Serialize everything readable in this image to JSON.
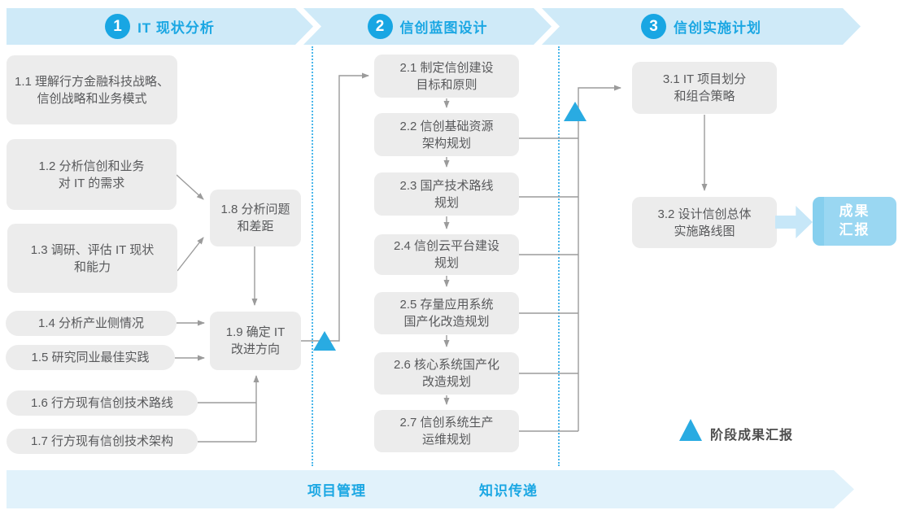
{
  "phases": [
    {
      "num": "1",
      "title": "IT 现状分析"
    },
    {
      "num": "2",
      "title": "信创蓝图设计"
    },
    {
      "num": "3",
      "title": "信创实施计划"
    }
  ],
  "boxes": {
    "b1_1": "1.1 理解行方金融科技战略、\n信创战略和业务模式",
    "b1_2": "1.2 分析信创和业务\n对 IT 的需求",
    "b1_3": "1.3 调研、评估 IT 现状\n和能力",
    "b1_4": "1.4 分析产业侧情况",
    "b1_5": "1.5 研究同业最佳实践",
    "b1_6": "1.6 行方现有信创技术路线",
    "b1_7": "1.7 行方现有信创技术架构",
    "b1_8": "1.8 分析问题\n和差距",
    "b1_9": "1.9 确定 IT\n改进方向",
    "b2_1": "2.1 制定信创建设\n目标和原则",
    "b2_2": "2.2 信创基础资源\n架构规划",
    "b2_3": "2.3 国产技术路线\n规划",
    "b2_4": "2.4 信创云平台建设\n规划",
    "b2_5": "2.5 存量应用系统\n国产化改造规划",
    "b2_6": "2.6 核心系统国产化\n改造规划",
    "b2_7": "2.7 信创系统生产\n运维规划",
    "b3_1": "3.1 IT 项目划分\n和组合策略",
    "b3_2": "3.2 设计信创总体\n实施路线图",
    "result": "成果\n汇报"
  },
  "legend": {
    "milestone_label": "阶段成果汇报"
  },
  "bottom_band": {
    "left_label": "项目管理",
    "right_label": "知识传递"
  },
  "colors": {
    "accent_blue": "#1ba7e3",
    "band_blue": "#cfeaf8",
    "bottom_band_blue": "#e1f2fb",
    "box_gray": "#ececec",
    "box_text_gray": "#58595b",
    "connector_gray": "#9b9b9b",
    "milestone_blue": "#29abe2",
    "result_box_blue": "#93d4f1",
    "thick_arrow_blue": "#c7e7f8"
  }
}
